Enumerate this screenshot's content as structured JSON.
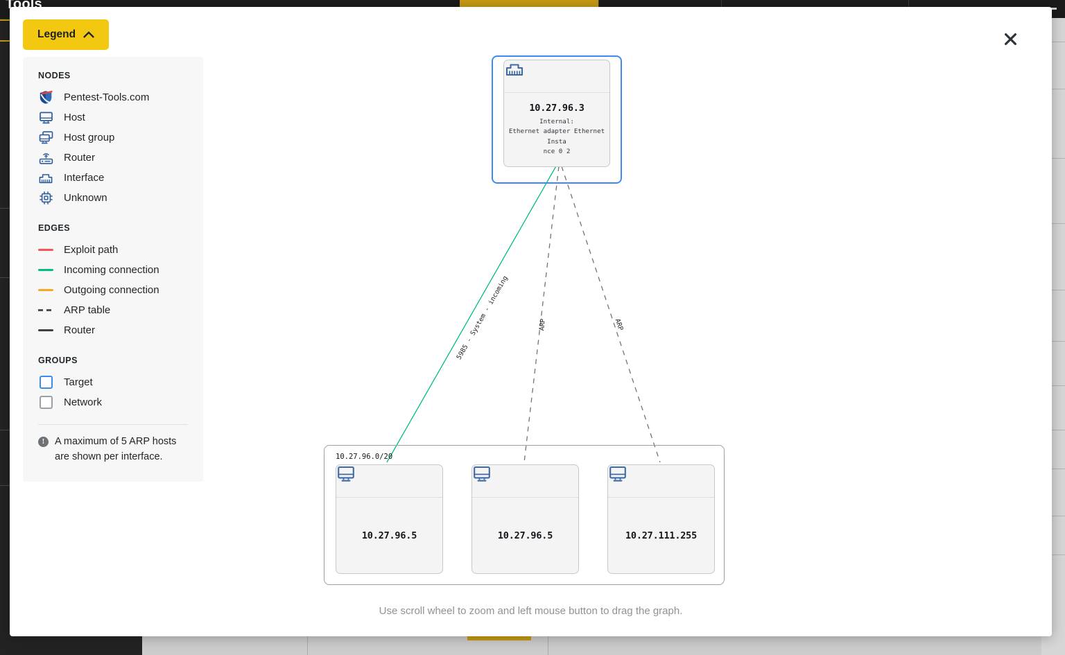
{
  "background": {
    "topbar_title": "Tools",
    "accent_color": "#c79a12",
    "bar_color": "#1b1b1b"
  },
  "modal": {
    "close_label": "close-icon"
  },
  "legend": {
    "button_label": "Legend",
    "button_color": "#f2c811",
    "expanded": true,
    "sections": [
      {
        "heading": "NODES",
        "items": [
          {
            "label": "Pentest-Tools.com",
            "icon": "shield-icon"
          },
          {
            "label": "Host",
            "icon": "monitor-icon"
          },
          {
            "label": "Host group",
            "icon": "monitor-group-icon"
          },
          {
            "label": "Router",
            "icon": "router-icon"
          },
          {
            "label": "Interface",
            "icon": "ethernet-port-icon"
          },
          {
            "label": "Unknown",
            "icon": "chip-icon"
          }
        ]
      },
      {
        "heading": "EDGES",
        "items": [
          {
            "label": "Exploit path",
            "icon": "line-swatch",
            "color": "#f4555a",
            "style": "solid"
          },
          {
            "label": "Incoming connection",
            "icon": "line-swatch",
            "color": "#00c07f",
            "style": "solid"
          },
          {
            "label": "Outgoing connection",
            "icon": "line-swatch",
            "color": "#f7a723",
            "style": "solid"
          },
          {
            "label": "ARP table",
            "icon": "dashed-swatch",
            "color": "#4a4f54",
            "style": "dashed"
          },
          {
            "label": "Router",
            "icon": "line-swatch",
            "color": "#3c4146",
            "style": "solid"
          }
        ]
      },
      {
        "heading": "GROUPS",
        "items": [
          {
            "label": "Target",
            "icon": "box-swatch",
            "color": "#3d8bf2"
          },
          {
            "label": "Network",
            "icon": "box-swatch",
            "color": "#9aa0a6"
          }
        ]
      }
    ],
    "note": "A maximum of 5 ARP hosts are shown per interface.",
    "note_icon": "info-icon"
  },
  "graph": {
    "footer_hint": "Use scroll wheel to zoom and left mouse button to drag the graph.",
    "groups": [
      {
        "name": "target-group",
        "label": "",
        "type": "target"
      },
      {
        "name": "network-group",
        "label": "10.27.96.0/20",
        "type": "network"
      }
    ],
    "nodes": [
      {
        "id": "interface-node",
        "icon": "ethernet-port-icon",
        "ip": "10.27.96.3",
        "sub": "Internal:\nEthernet adapter Ethernet Insta\nnce 0 2"
      },
      {
        "id": "host-node-1",
        "icon": "monitor-icon",
        "ip": "10.27.96.5",
        "sub": ""
      },
      {
        "id": "host-node-2",
        "icon": "monitor-icon",
        "ip": "10.27.96.5",
        "sub": ""
      },
      {
        "id": "host-node-3",
        "icon": "monitor-icon",
        "ip": "10.27.111.255",
        "sub": ""
      }
    ],
    "edges": [
      {
        "id": "edge-incoming",
        "label": "5985 - System - incoming",
        "color": "#00c07f",
        "style": "solid"
      },
      {
        "id": "edge-arp-1",
        "label": "ARP",
        "color": "#6e7479",
        "style": "dashed"
      },
      {
        "id": "edge-arp-2",
        "label": "ARP",
        "color": "#6e7479",
        "style": "dashed"
      }
    ]
  }
}
